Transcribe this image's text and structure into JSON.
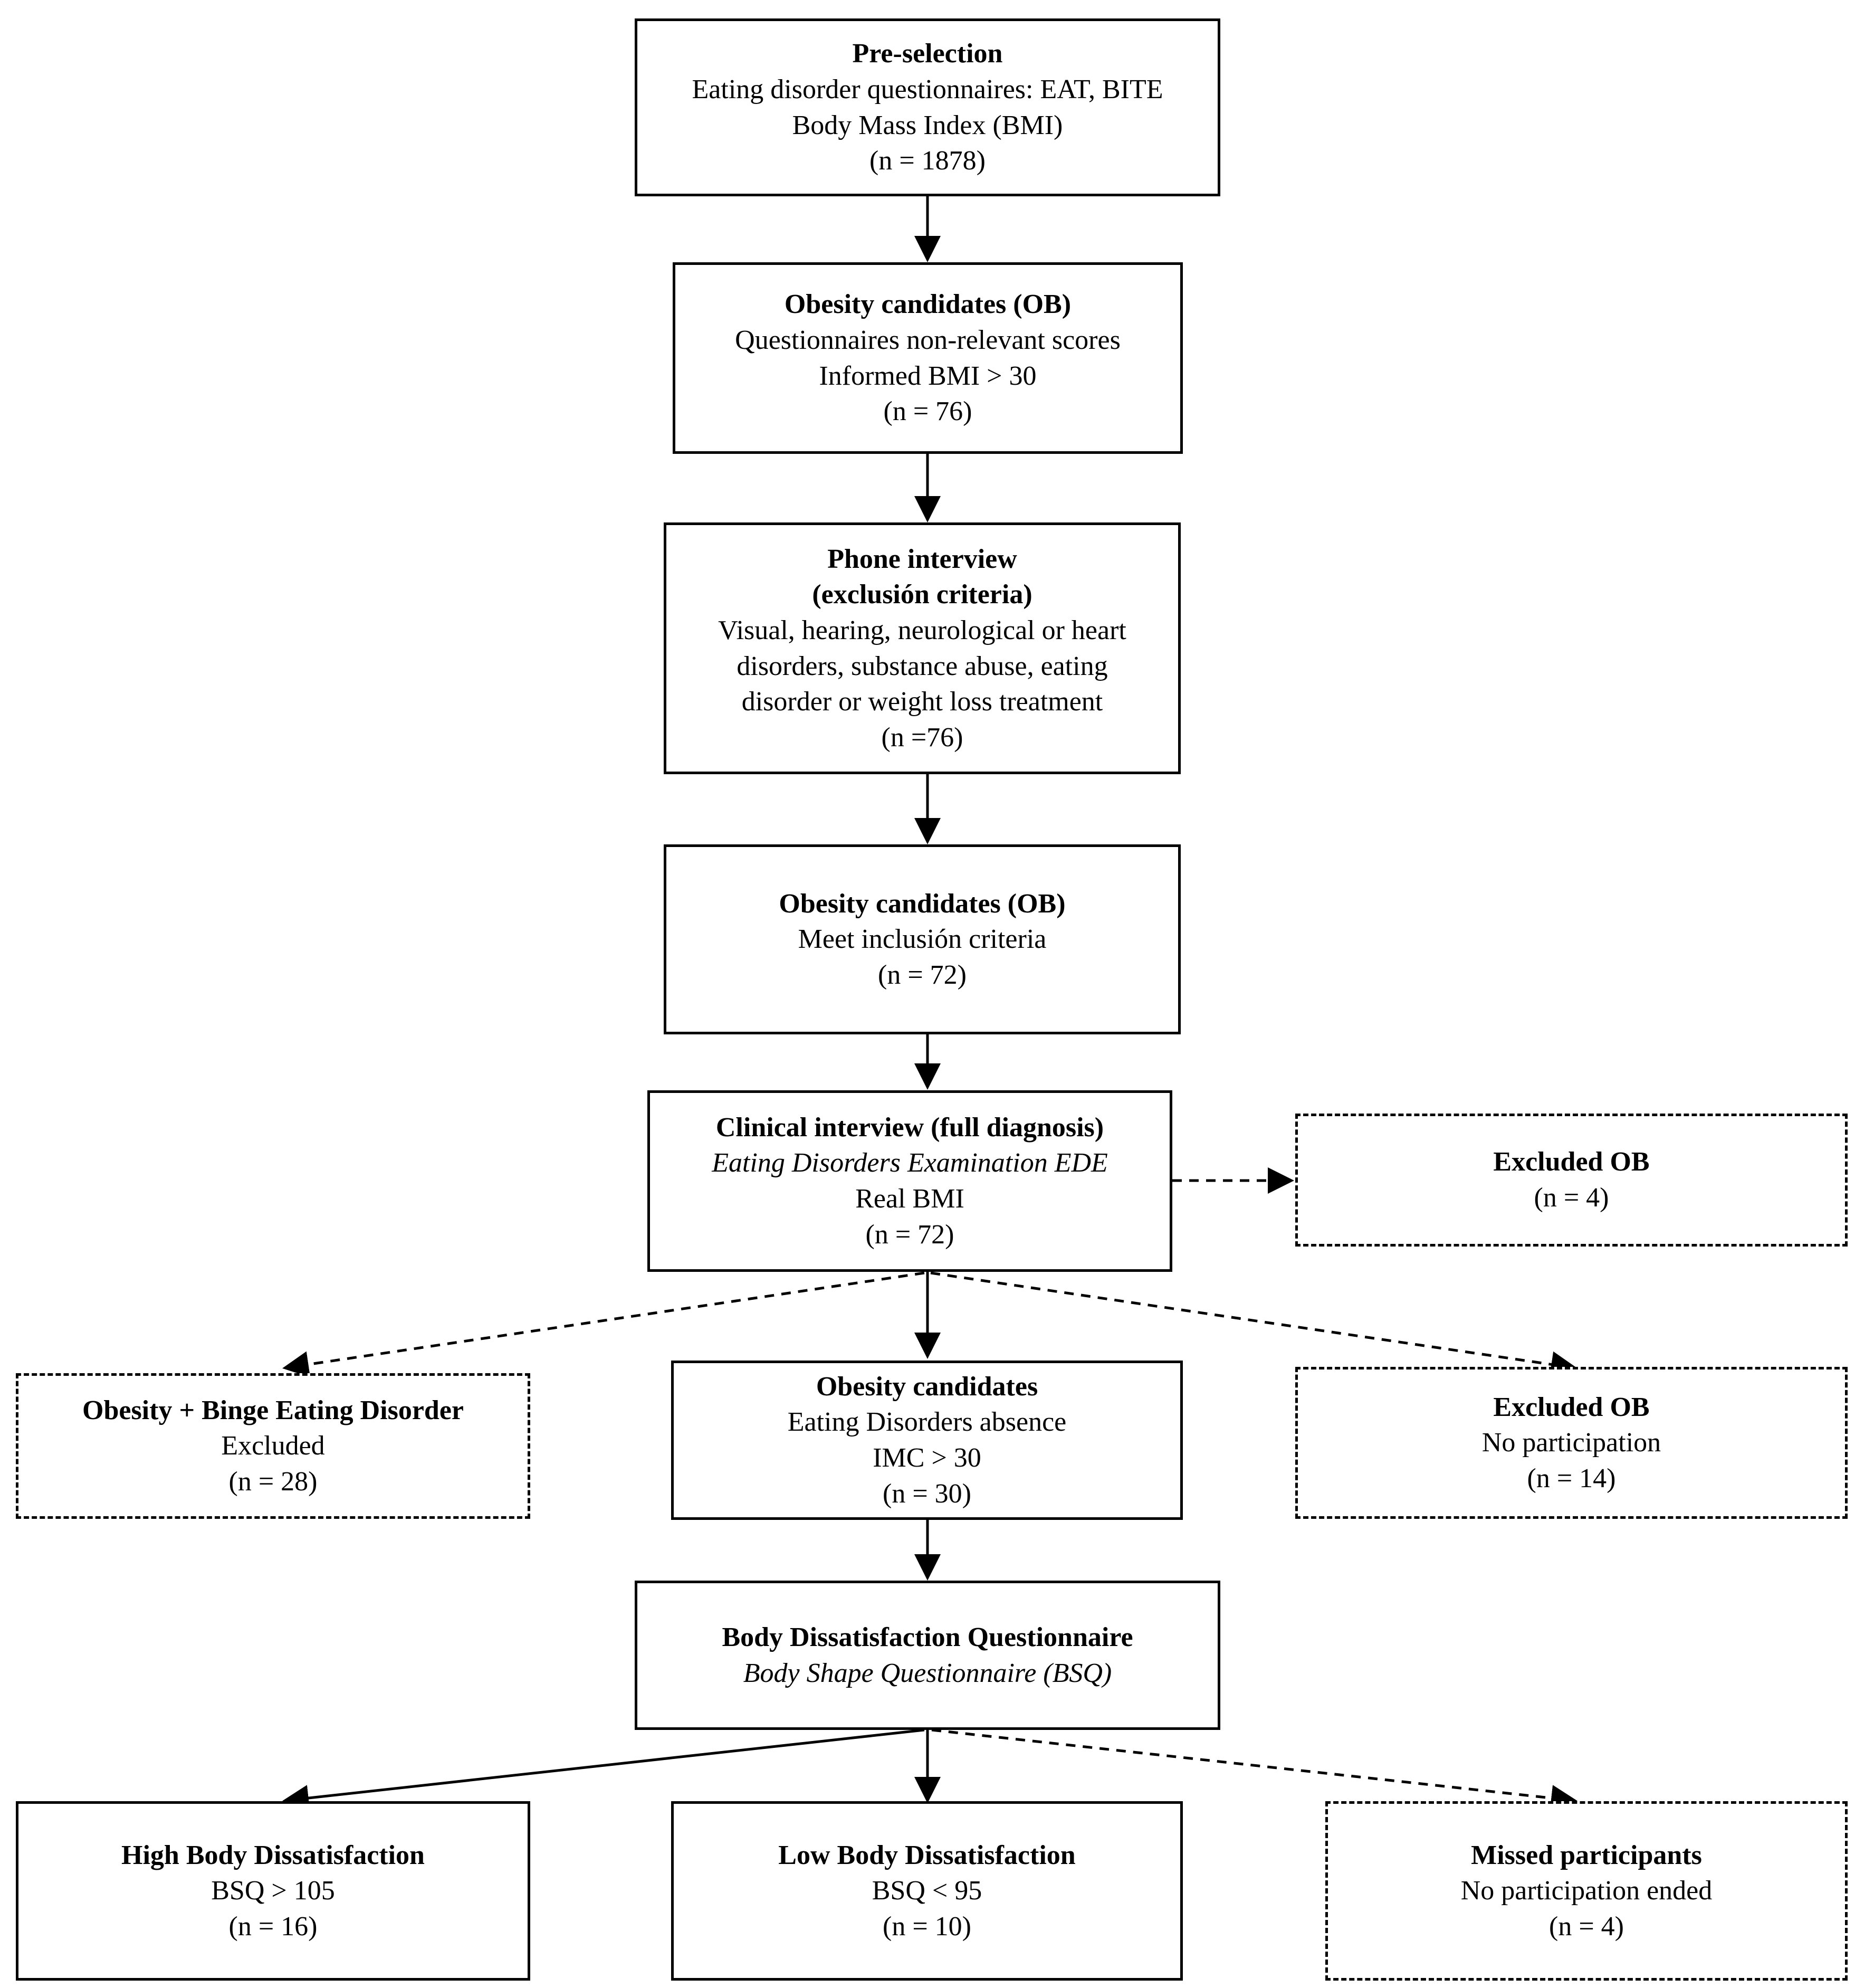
{
  "diagram": {
    "title": "Participant selection flow diagram",
    "line_color": "#000000",
    "box_fill": "#ffffff",
    "nodes": [
      {
        "id": "pre-selection",
        "border": "solid",
        "lines": [
          {
            "text": "Pre-selection",
            "style": "bold"
          },
          {
            "text": "Eating disorder questionnaires: EAT, BITE",
            "style": "normal"
          },
          {
            "text": "Body Mass Index (BMI)",
            "style": "normal"
          },
          {
            "text": "(n = 1878)",
            "style": "normal"
          }
        ]
      },
      {
        "id": "obesity-candidates-ob-1",
        "border": "solid",
        "lines": [
          {
            "text": "Obesity candidates (OB)",
            "style": "bold"
          },
          {
            "text": "Questionnaires non-relevant scores",
            "style": "normal"
          },
          {
            "text": "Informed BMI > 30",
            "style": "normal"
          },
          {
            "text": "(n = 76)",
            "style": "normal"
          }
        ]
      },
      {
        "id": "phone-interview",
        "border": "solid",
        "lines": [
          {
            "text": "Phone interview",
            "style": "bold"
          },
          {
            "text": "(exclusión criteria)",
            "style": "bold"
          },
          {
            "text": "Visual, hearing, neurological or heart",
            "style": "normal"
          },
          {
            "text": "disorders, substance abuse, eating",
            "style": "normal"
          },
          {
            "text": "disorder or weight loss treatment",
            "style": "normal"
          },
          {
            "text": "(n =76)",
            "style": "normal"
          }
        ]
      },
      {
        "id": "obesity-candidates-ob-2",
        "border": "solid",
        "lines": [
          {
            "text": "Obesity candidates (OB)",
            "style": "bold"
          },
          {
            "text": "Meet inclusión criteria",
            "style": "normal"
          },
          {
            "text": "(n = 72)",
            "style": "normal"
          }
        ]
      },
      {
        "id": "clinical-interview",
        "border": "solid",
        "lines": [
          {
            "text": "Clinical interview (full diagnosis)",
            "style": "bold"
          },
          {
            "text": "Eating Disorders Examination EDE",
            "style": "italic"
          },
          {
            "text": "Real BMI",
            "style": "normal"
          },
          {
            "text": "(n = 72)",
            "style": "normal"
          }
        ]
      },
      {
        "id": "excluded-ob-1",
        "border": "dashed",
        "lines": [
          {
            "text": "Excluded OB",
            "style": "bold"
          },
          {
            "text": "(n = 4)",
            "style": "normal"
          }
        ]
      },
      {
        "id": "obesity-binge-eating-disorder",
        "border": "dashed",
        "lines": [
          {
            "text": "Obesity + Binge Eating Disorder",
            "style": "bold"
          },
          {
            "text": "Excluded",
            "style": "normal"
          },
          {
            "text": "(n = 28)",
            "style": "normal"
          }
        ]
      },
      {
        "id": "obesity-candidates-3",
        "border": "solid",
        "lines": [
          {
            "text": "Obesity candidates",
            "style": "bold"
          },
          {
            "text": "Eating Disorders absence",
            "style": "normal"
          },
          {
            "text": "IMC > 30",
            "style": "normal"
          },
          {
            "text": "(n = 30)",
            "style": "normal"
          }
        ]
      },
      {
        "id": "excluded-ob-2",
        "border": "dashed",
        "lines": [
          {
            "text": "Excluded OB",
            "style": "bold"
          },
          {
            "text": "No participation",
            "style": "normal"
          },
          {
            "text": "(n = 14)",
            "style": "normal"
          }
        ]
      },
      {
        "id": "body-dissatisfaction-questionnaire",
        "border": "solid",
        "lines": [
          {
            "text": "Body Dissatisfaction Questionnaire",
            "style": "bold"
          },
          {
            "text": "Body Shape Questionnaire (BSQ)",
            "style": "italic"
          }
        ]
      },
      {
        "id": "high-body-dissatisfaction",
        "border": "solid",
        "lines": [
          {
            "text": "High Body Dissatisfaction",
            "style": "bold"
          },
          {
            "text": "BSQ > 105",
            "style": "normal"
          },
          {
            "text": "(n = 16)",
            "style": "normal"
          }
        ]
      },
      {
        "id": "low-body-dissatisfaction",
        "border": "solid",
        "lines": [
          {
            "text": "Low Body Dissatisfaction",
            "style": "bold"
          },
          {
            "text": "BSQ < 95",
            "style": "normal"
          },
          {
            "text": "(n = 10)",
            "style": "normal"
          }
        ]
      },
      {
        "id": "missed-participants",
        "border": "dashed",
        "lines": [
          {
            "text": "Missed participants",
            "style": "bold"
          },
          {
            "text": "No participation ended",
            "style": "normal"
          },
          {
            "text": "(n = 4)",
            "style": "normal"
          }
        ]
      }
    ]
  }
}
